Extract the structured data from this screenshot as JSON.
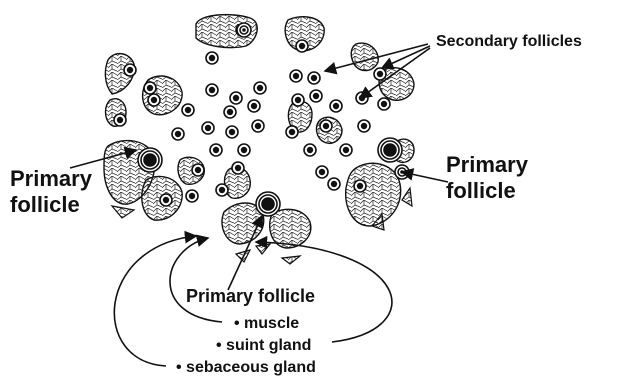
{
  "labels": {
    "secondary_follicles": "Secondary follicles",
    "primary_left_line1": "Primary",
    "primary_left_line2": "follicle",
    "primary_right_line1": "Primary",
    "primary_right_line2": "follicle",
    "primary_bottom": "Primary  follicle",
    "item_muscle": "• muscle",
    "item_suint": "• suint gland",
    "item_sebaceous": "• sebaceous gland"
  },
  "colors": {
    "ink": "#111111",
    "background": "#ffffff"
  }
}
